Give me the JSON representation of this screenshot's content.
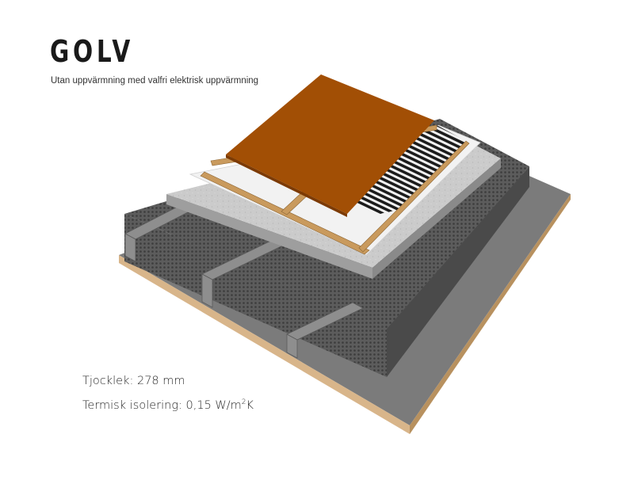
{
  "title": "GOLV",
  "subtitle": "Utan uppvärmning med valfri elektrisk uppvärmning",
  "specs": {
    "thickness": "Tjocklek: 278 mm",
    "insulation_prefix": "Termisk isolering: 0,15 W/m",
    "insulation_exp": "2",
    "insulation_suffix": "K"
  },
  "colors": {
    "floor_finish": "#a24f05",
    "heating_strip": "#1c1c1c",
    "wood_batten": "#c99a5d",
    "concrete": "#c9c9c9",
    "insulation": "#5a5a5a",
    "base_board": "#7a7a7a",
    "ceiling_edge": "#d8b58a"
  }
}
